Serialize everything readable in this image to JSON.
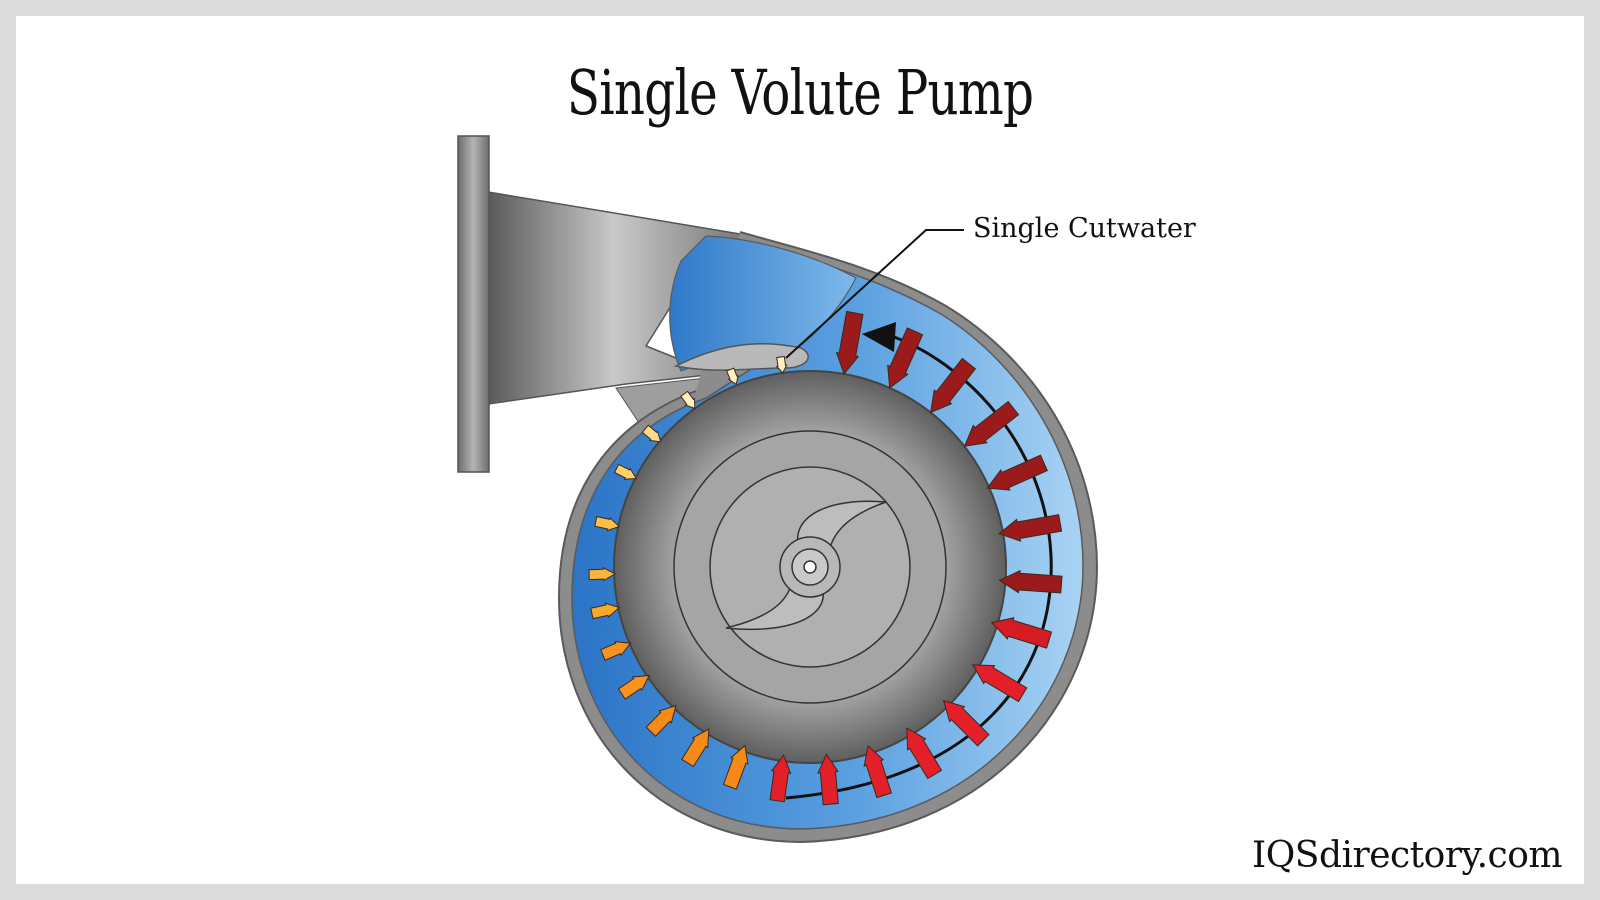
{
  "diagram": {
    "title": "Single Volute Pump",
    "callout": "Single Cutwater",
    "watermark": "IQSdirectory.com",
    "icons": {
      "impeller": "impeller-icon",
      "rotation": "rotation-direction-arrow",
      "pressure": "pressure-arrow"
    },
    "colors": {
      "casing": "#8c8c8c",
      "fluid_low": "#2f7fd0",
      "fluid_high": "#a8d4f5",
      "arrow_low_pressure": "#fff0c0",
      "arrow_mid_pressure": "#f7931e",
      "arrow_high_pressure": "#e3202a",
      "arrow_highest_pressure": "#9b1a1c"
    }
  }
}
